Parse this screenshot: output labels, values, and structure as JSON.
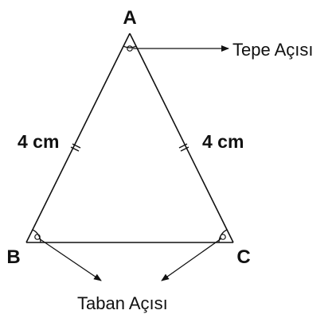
{
  "vertices": {
    "apex": "A",
    "base_left": "B",
    "base_right": "C"
  },
  "sides": {
    "left": "4 cm",
    "right": "4 cm"
  },
  "annotations": {
    "apex_angle": "Tepe Açısı",
    "base_angles": "Taban Açısı"
  },
  "colors": {
    "stroke": "#111111",
    "text": "#111111",
    "background": "#ffffff"
  }
}
